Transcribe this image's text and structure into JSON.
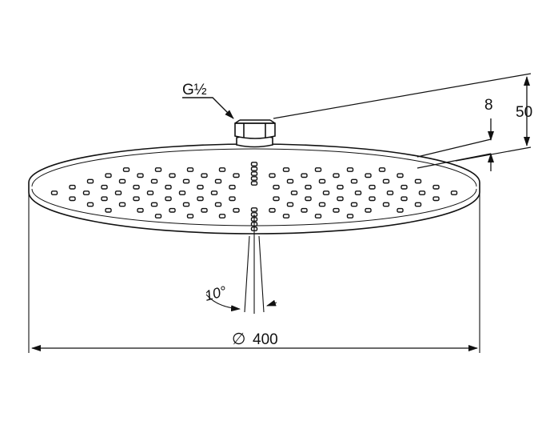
{
  "labels": {
    "thread": "G½",
    "dim_small": "8",
    "dim_total": "50",
    "angle_value": "10°",
    "diameter_symbol": "∅",
    "diameter_value": "400"
  },
  "colors": {
    "line": "#111111",
    "background": "#ffffff"
  }
}
